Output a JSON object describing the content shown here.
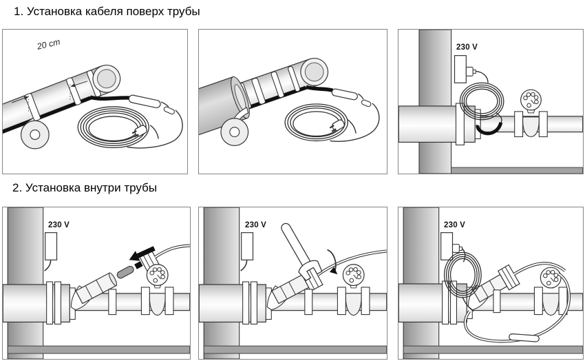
{
  "titles": {
    "section1": "1. Установка кабеля поверх трубы",
    "section2": "2. Установка внутри трубы"
  },
  "labels": {
    "dimension": "20 cm",
    "voltage": "230 V"
  },
  "panels": [
    {
      "name": "cable-taped-over-pipe-with-20cm-spacing",
      "label": "20 cm"
    },
    {
      "name": "cable-over-pipe-with-insulation",
      "label": ""
    },
    {
      "name": "cable-connected-to-230v-socket-over-pipe",
      "label": "230 V"
    },
    {
      "name": "sensor-cable-inserted-into-pipe-fitting",
      "label": "230 V"
    },
    {
      "name": "gland-tightened-with-wrench",
      "label": "230 V"
    },
    {
      "name": "cable-inside-pipe-connected-to-230v-socket",
      "label": "230 V"
    }
  ],
  "colors": {
    "line": "#333333",
    "heating_cable": "#111111",
    "panel_border": "#848484",
    "floor": "#a3a3a3",
    "stud_dark": "#8f8f8f",
    "stud_light": "#e6e6e6",
    "sensor_gray": "#a0a0a0",
    "background": "#ffffff"
  }
}
